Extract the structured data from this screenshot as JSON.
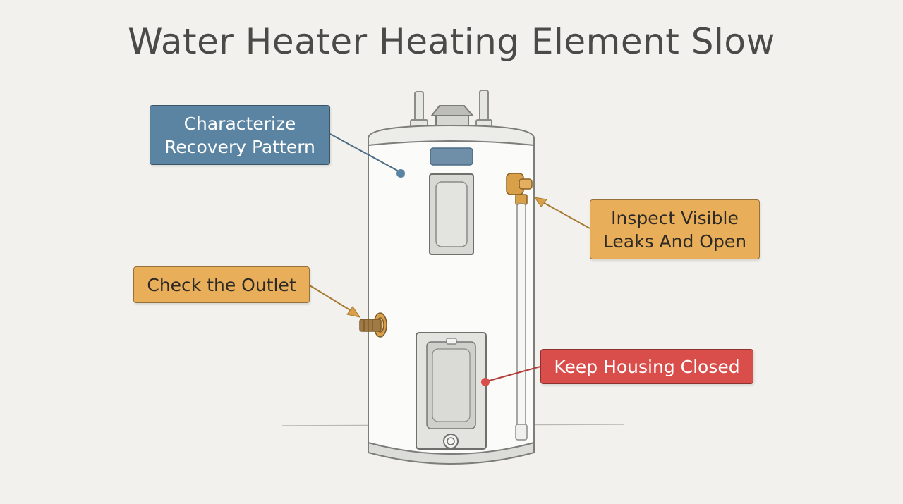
{
  "title": "Water Heater Heating Element Slow",
  "callouts": {
    "recovery": {
      "lines": [
        "Characterize",
        "Recovery Pattern"
      ]
    },
    "leaks": {
      "lines": [
        "Inspect Visible",
        "Leaks And Open"
      ]
    },
    "outlet": {
      "lines": [
        "Check the Outlet"
      ]
    },
    "housing": {
      "lines": [
        "Keep Housing Closed"
      ]
    }
  },
  "colors": {
    "background": "#f2f1ed",
    "blue_callout": "#5b84a3",
    "orange_callout": "#e9ae5a",
    "red_callout": "#d94e4a",
    "tank": "#fbfbf9",
    "brass": "#d9a04a"
  }
}
